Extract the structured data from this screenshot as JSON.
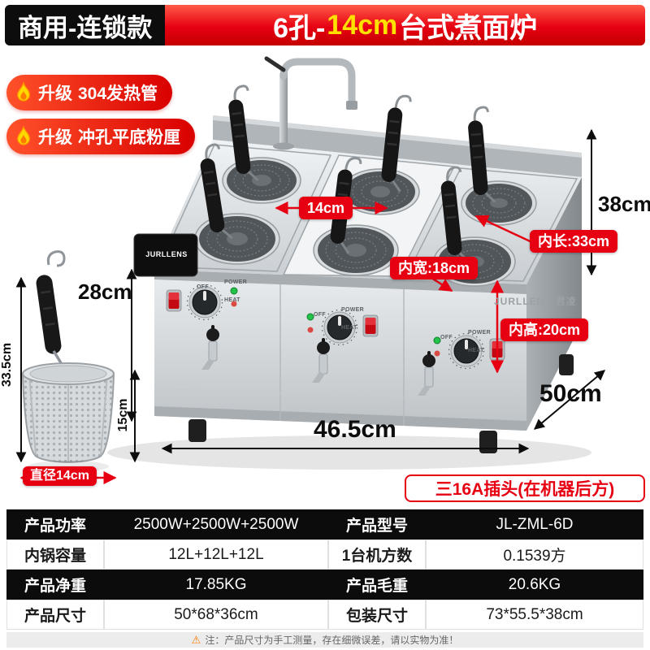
{
  "header": {
    "category": "商用-连锁款",
    "title_prefix": "6孔-",
    "title_highlight": "14cm",
    "title_suffix": "台式煮面炉"
  },
  "badges": [
    {
      "tag": "升级",
      "text": "304发热管"
    },
    {
      "tag": "升级",
      "text": "冲孔平底粉厘"
    }
  ],
  "annotations": {
    "pot_diameter": "14cm",
    "inner_length": "内长:33cm",
    "inner_width": "内宽:18cm",
    "inner_height": "内高:20cm",
    "total_height": "38cm",
    "body_height": "28cm",
    "depth": "50cm",
    "width": "46.5cm",
    "basket_total_height": "33.5cm",
    "basket_body_height": "15cm",
    "basket_diameter": "直径14cm"
  },
  "machine": {
    "brand": "JURLLENS",
    "watermark": "JURLLENS 君凌",
    "panel": {
      "off": "OFF",
      "power": "POWER",
      "heat": "HEAT"
    }
  },
  "plug_note": "三16A插头(在机器后方)",
  "spec_table": {
    "rows": [
      {
        "label1": "产品功率",
        "value1": "2500W+2500W+2500W",
        "label2": "产品型号",
        "value2": "JL-ZML-6D"
      },
      {
        "label1": "内锅容量",
        "value1": "12L+12L+12L",
        "label2": "1台机方数",
        "value2": "0.1539方"
      },
      {
        "label1": "产品净重",
        "value1": "17.85KG",
        "label2": "产品毛重",
        "value2": "20.6KG"
      },
      {
        "label1": "产品尺寸",
        "value1": "50*68*36cm",
        "label2": "包装尺寸",
        "value2": "73*55.5*38cm"
      }
    ]
  },
  "footer": {
    "warn_icon": "⚠",
    "note": "注：产品尺寸为手工测量，存在细微误差，请以实物为准！"
  }
}
